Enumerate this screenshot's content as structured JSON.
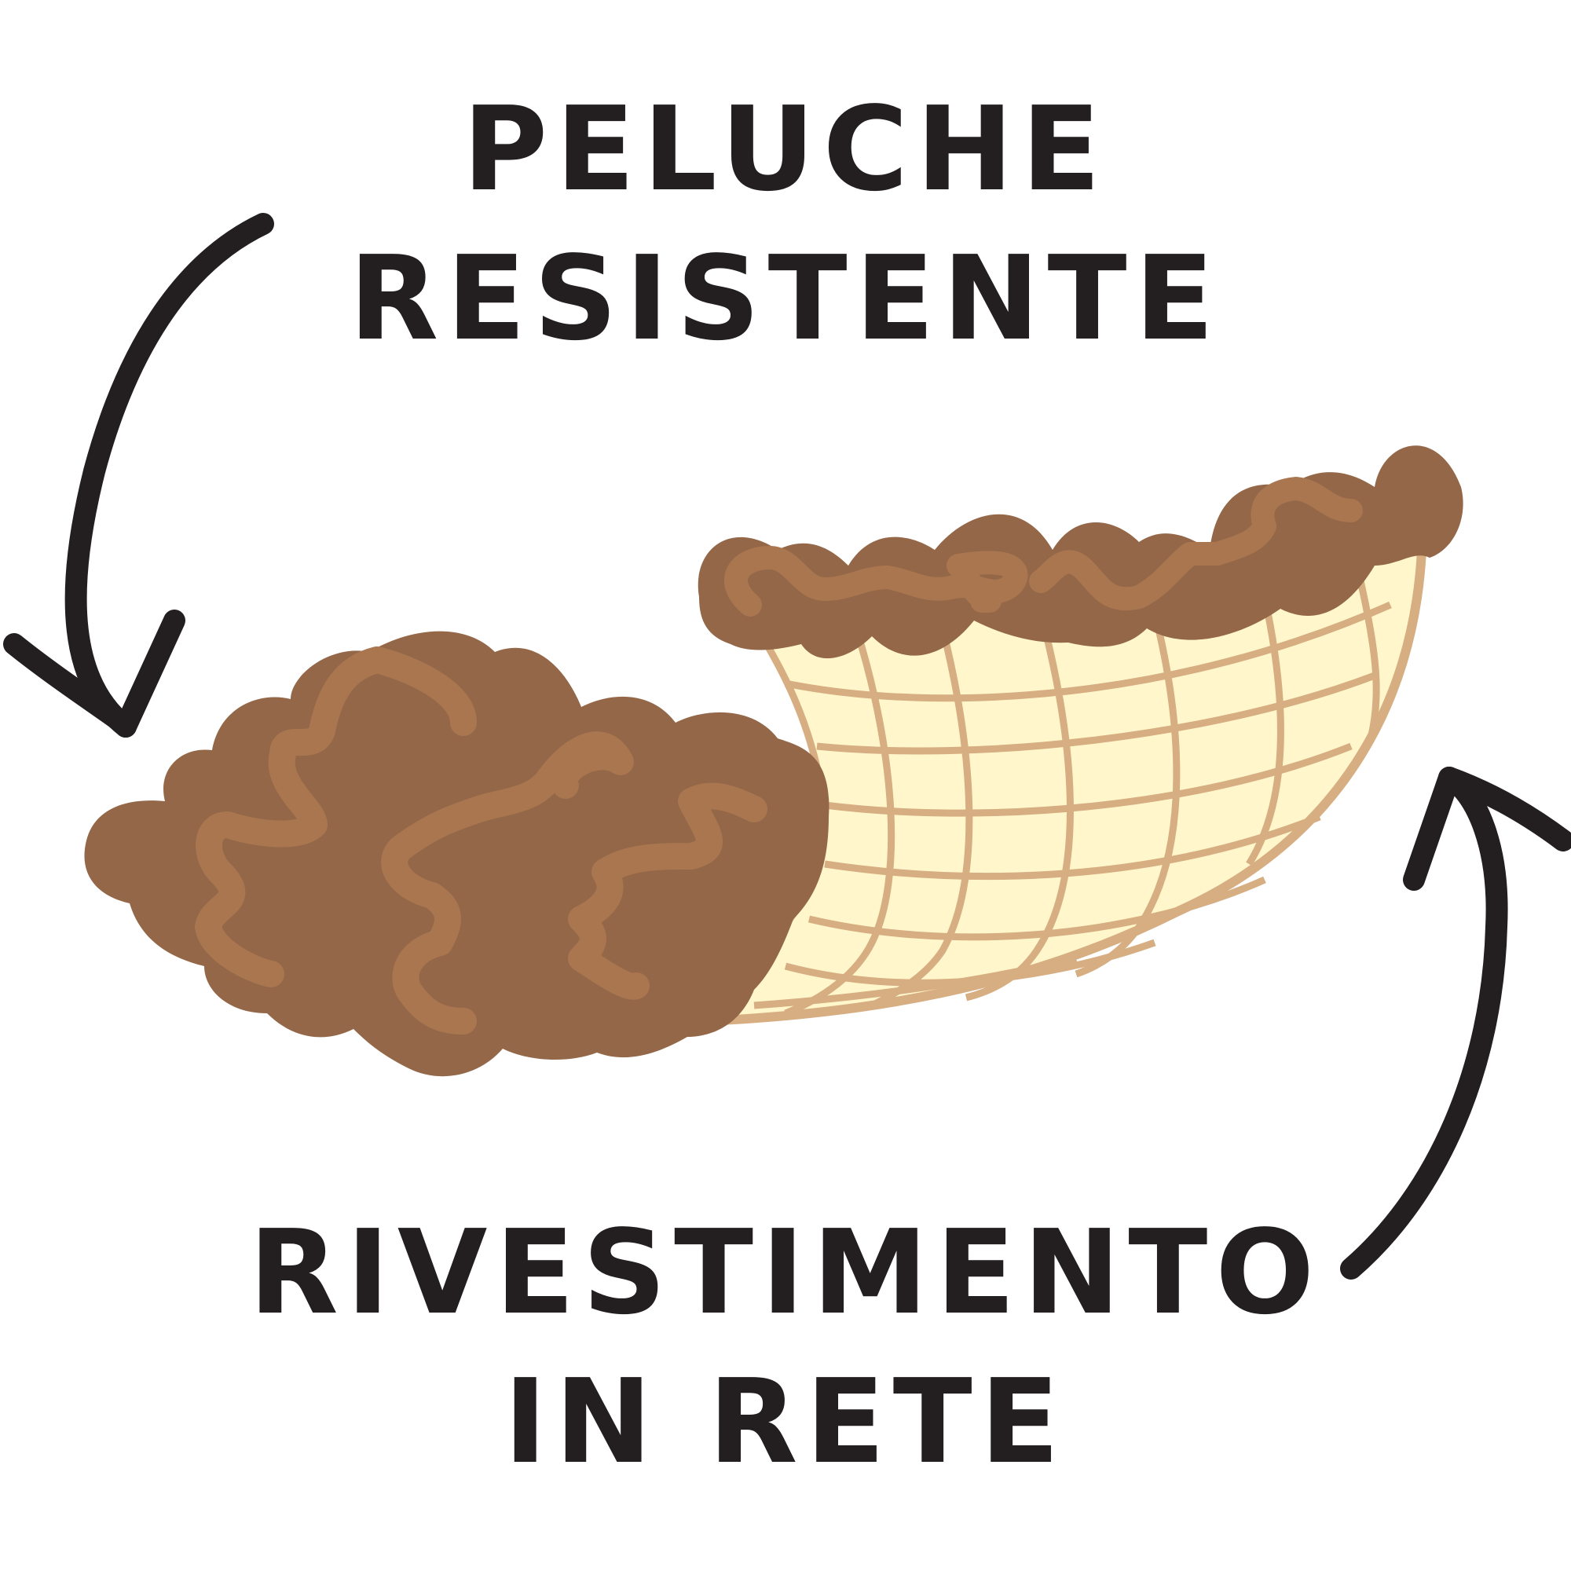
{
  "labels": {
    "top": {
      "line1": "PELUCHE",
      "line2": "RESISTENTE"
    },
    "bottom": {
      "line1": "RIVESTIMENTO",
      "line2": "IN RETE"
    }
  },
  "colors": {
    "text": "#231f20",
    "arrow": "#231f20",
    "plush_dark": "#936748",
    "plush_light": "#a97650",
    "mesh_fill": "#fff7cb",
    "mesh_line": "#d6ae82"
  },
  "icons": {
    "top_arrow": "curved-arrow-down-left-icon",
    "bottom_arrow": "curved-arrow-up-right-icon"
  }
}
